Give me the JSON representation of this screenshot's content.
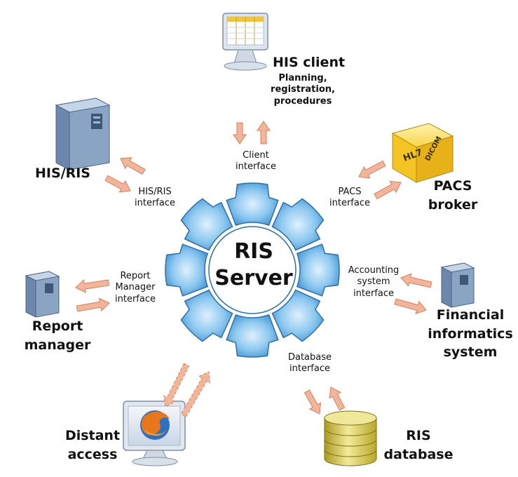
{
  "center": {
    "line1": "RIS",
    "line2": "Server"
  },
  "nodes": {
    "his_client": {
      "title": "HIS client",
      "details": [
        "Planning,",
        "registration,",
        "procedures"
      ]
    },
    "his_ris": {
      "title": "HIS/RIS"
    },
    "pacs_broker": {
      "title": [
        "PACS",
        "broker"
      ],
      "cube_labels": [
        "HL7",
        "DICOM"
      ]
    },
    "report_manager": {
      "title": [
        "Report",
        "manager"
      ]
    },
    "financial": {
      "title": [
        "Financial",
        "informatics",
        "system"
      ]
    },
    "distant_access": {
      "title": [
        "Distant",
        "access"
      ]
    },
    "ris_database": {
      "title": [
        "RIS",
        "database"
      ]
    }
  },
  "interfaces": {
    "client": [
      "Client",
      "interface"
    ],
    "his_ris": [
      "HIS/RIS",
      "interface"
    ],
    "pacs": [
      "PACS",
      "interface"
    ],
    "report_manager": [
      "Report",
      "Manager",
      "interface"
    ],
    "accounting": [
      "Accounting",
      "system",
      "interface"
    ],
    "database": [
      "Database",
      "interface"
    ]
  },
  "colors": {
    "gear_fill": "#8ec9f0",
    "gear_stroke": "#2f6fa8",
    "arrow_fill": "#f2b59a",
    "arrow_stroke": "#d0815f",
    "cube": "#f5c72a",
    "database": "#d9d15a"
  }
}
